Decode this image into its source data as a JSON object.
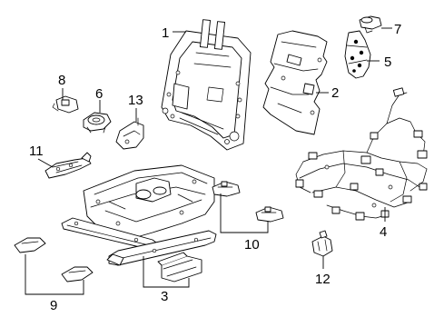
{
  "callouts": [
    {
      "id": "1",
      "part": "seat-back-frame"
    },
    {
      "id": "2",
      "part": "seat-back-pad"
    },
    {
      "id": "3",
      "part": "slide-track-cover"
    },
    {
      "id": "4",
      "part": "wire-harness"
    },
    {
      "id": "5",
      "part": "lumbar-support"
    },
    {
      "id": "6",
      "part": "recliner-motor"
    },
    {
      "id": "7",
      "part": "switch-knob"
    },
    {
      "id": "8",
      "part": "clip"
    },
    {
      "id": "9",
      "part": "track-end-cover"
    },
    {
      "id": "10",
      "part": "track-bracket"
    },
    {
      "id": "11",
      "part": "lever-bracket"
    },
    {
      "id": "12",
      "part": "connector-clip"
    },
    {
      "id": "13",
      "part": "motor-cover"
    }
  ]
}
